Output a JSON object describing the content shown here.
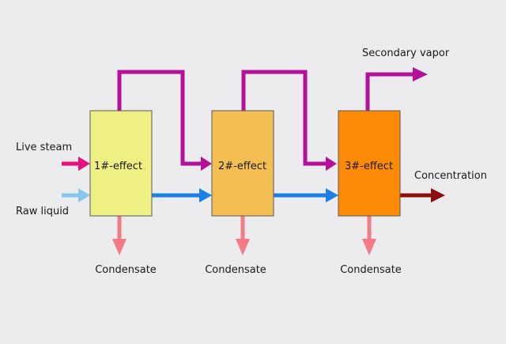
{
  "labels": {
    "live_steam": "Live steam",
    "raw_liquid": "Raw liquid",
    "secondary_vapor": "Secondary vapor",
    "concentration": "Concentration"
  },
  "effects": [
    {
      "label": "1#-effect",
      "condensate": "Condensate",
      "color": "#eef083"
    },
    {
      "label": "2#-effect",
      "condensate": "Condensate",
      "color": "#f4be52"
    },
    {
      "label": "3#-effect",
      "condensate": "Condensate",
      "color": "#fb8a06"
    }
  ],
  "colors": {
    "steam": "#e6117a",
    "raw_liquid": "#86c6ef",
    "vapor": "#b3119a",
    "liquid": "#1e7fe2",
    "condensate": "#f47a85",
    "concentration": "#8b0f0f",
    "box_border": "#5a5a5a",
    "background": "#ececee"
  }
}
